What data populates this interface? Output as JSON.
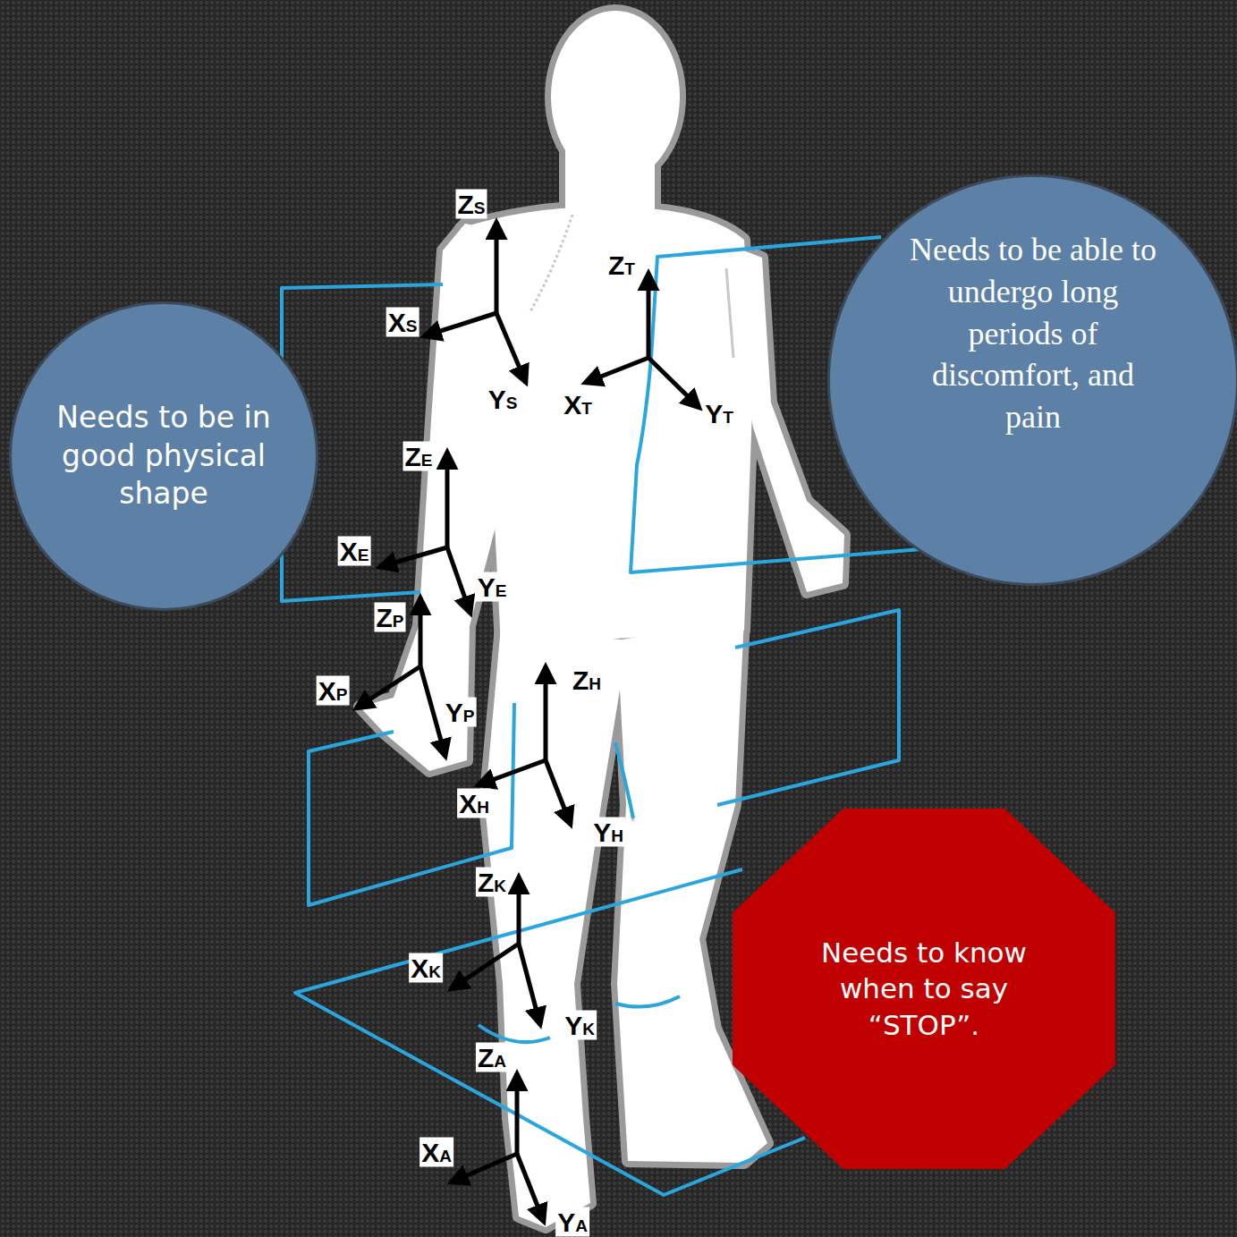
{
  "diagram": {
    "nodes": [
      {
        "text": [
          "Needs to be in good physical shape"
        ]
      },
      {
        "text": [
          "Needs to be able to undergo long periods of discomfort, and pain"
        ]
      },
      {
        "text": [
          "Needs to know when to say “STOP”."
        ]
      }
    ],
    "labels": [
      "ZS",
      "XS",
      "YS",
      "ZT",
      "XT",
      "YT",
      "ZE",
      "XE",
      "YE",
      "ZP",
      "XP",
      "YP",
      "ZH",
      "XH",
      "YH",
      "ZK",
      "XK",
      "YK",
      "ZA",
      "XA",
      "YA"
    ]
  }
}
